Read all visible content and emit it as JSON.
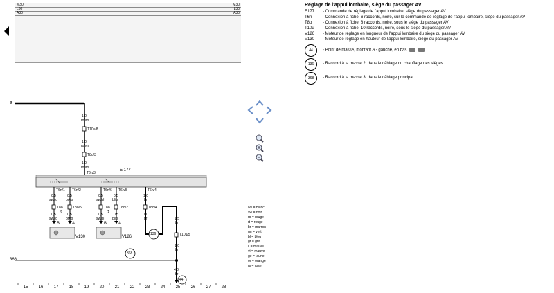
{
  "header_lines": [
    {
      "left": "M30",
      "right": "M30"
    },
    {
      "left": "L30",
      "right": "L30"
    },
    {
      "left": "A30",
      "right": "A30"
    }
  ],
  "legend": {
    "title": "Réglage de l'appui lombaire, siège du passager AV",
    "items": [
      {
        "code": "E177",
        "desc": "-  Commande de réglage de l'appui lombaire, siège du passager AV"
      },
      {
        "code": "T6n",
        "desc": "-  Connexion à fiche, 6 raccords, noire, sur la commande de réglage de l'appui lombaire, siège du passager AV"
      },
      {
        "code": "T8o",
        "desc": "-  Connexion à fiche, 8 raccords, noire, sous le siège du passager AV"
      },
      {
        "code": "T10u",
        "desc": "-  Connexion à fiche, 10 raccords, noire, sous le siège du passager AV"
      },
      {
        "code": "V126",
        "desc": "-  Moteur de réglage en longueur de l'appui lombaire du siège du passager AV"
      },
      {
        "code": "V130",
        "desc": "-  Moteur de réglage en hauteur de l'appui lombaire, siège du passager AV"
      }
    ],
    "grounds": [
      {
        "num": "44",
        "desc": "-  Point de masse, montant A - gauche, en bas"
      },
      {
        "num": "136",
        "desc": "-  Raccord à la masse 2, dans le câblage du chauffage des sièges"
      },
      {
        "num": "368",
        "desc": "-  Raccord à la masse 3, dans le câblage principal"
      }
    ]
  },
  "color_key": [
    {
      "abbr": "ws",
      "name": "blanc"
    },
    {
      "abbr": "sw",
      "name": "noir"
    },
    {
      "abbr": "ro",
      "name": "rouge"
    },
    {
      "abbr": "rt",
      "name": "rouge"
    },
    {
      "abbr": "br",
      "name": "marron"
    },
    {
      "abbr": "gn",
      "name": "vert"
    },
    {
      "abbr": "bl",
      "name": "bleu"
    },
    {
      "abbr": "gr",
      "name": "gris"
    },
    {
      "abbr": "li",
      "name": "mauve"
    },
    {
      "abbr": "vi",
      "name": "mauve"
    },
    {
      "abbr": "ge",
      "name": "jaune"
    },
    {
      "abbr": "or",
      "name": "orange"
    },
    {
      "abbr": "rs",
      "name": "rose"
    }
  ],
  "diagram": {
    "wire_a_label": "a",
    "wire_368_label": "368",
    "main_wire": {
      "gauge1": "1,0",
      "color1": "ro/ws",
      "conn1": "T10u/8",
      "gauge2": "1,0",
      "color2": "ro/ws",
      "conn2": "T8o/3",
      "gauge3": "1,0",
      "color3": "ro/ws"
    },
    "e177_label": "E 177",
    "e177_pin_top": "T6n/3",
    "e177_pins": [
      "T6n/1",
      "T6n/2",
      "T6n/6",
      "T6n/5",
      "T6n/4"
    ],
    "branches": [
      {
        "gauge": "0,5",
        "color": "sw/ro",
        "conn": "T8o",
        "conn_sub": "/6",
        "gauge2": "0,5",
        "color2": "sw/ro",
        "term": "B"
      },
      {
        "gauge": "0,5",
        "color": "br/ro",
        "conn": "T8o/5",
        "conn_sub": "",
        "gauge2": "0,5",
        "color2": "br/ro",
        "term": "A"
      },
      {
        "gauge": "0,5",
        "color": "sw/bl",
        "conn": "T8o",
        "conn_sub": "/1",
        "gauge2": "0,5",
        "color2": "sw/bl",
        "term": "B"
      },
      {
        "gauge": "0,5",
        "color": "bl/bl",
        "conn": "T8o/2",
        "conn_sub": "",
        "gauge2": "0,5",
        "color2": "bl/bl",
        "term": "A"
      },
      {
        "gauge": "1,0",
        "color": "br",
        "conn": "T8o/4",
        "conn_sub": "",
        "gauge2": "1,0",
        "color2": "br",
        "term": ""
      }
    ],
    "motor1_label": "V130",
    "motor2_label": "V126",
    "ground_136": "136",
    "ground_368": "368",
    "ground_44": "44",
    "right_wire": {
      "gauge1": "1,5",
      "color1": "br",
      "conn": "T10u/5",
      "gauge2": "1,0",
      "color2": "br",
      "gauge3": "4,0",
      "color3": "br"
    }
  },
  "footer_columns": [
    "15",
    "16",
    "17",
    "18",
    "19",
    "20",
    "21",
    "22",
    "23",
    "24",
    "25",
    "26",
    "27",
    "28"
  ],
  "nav": {
    "pan_up": "pan-up",
    "pan_down": "pan-down",
    "pan_left": "pan-left",
    "pan_right": "pan-right",
    "zoom_in": "zoom-in",
    "zoom_out": "zoom-out",
    "zoom_fit": "zoom-reset"
  }
}
